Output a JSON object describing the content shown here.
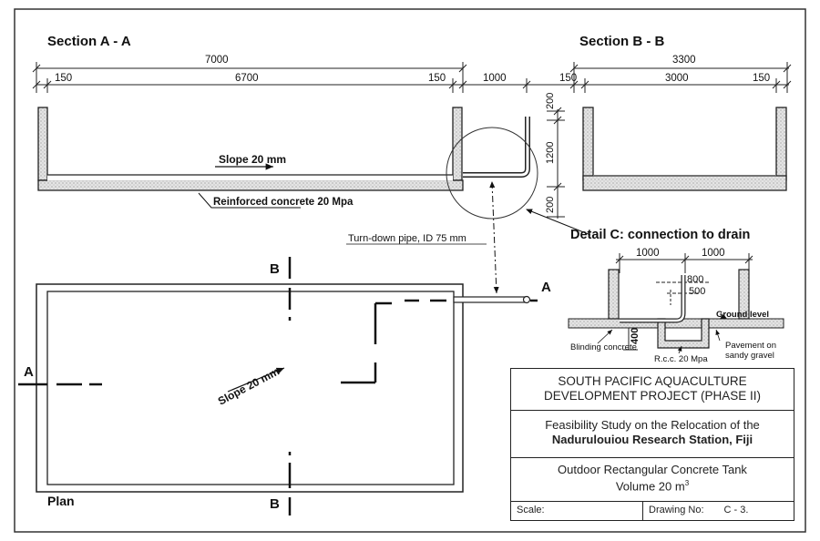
{
  "section_aa": {
    "title": "Section A - A",
    "dims": {
      "overall": "7000",
      "wall_left": "150",
      "inner": "6700",
      "wall_right": "150",
      "pipe_run": "1000",
      "top": "200",
      "height": "1200",
      "bottom": "200"
    },
    "slope_label": "Slope 20 mm",
    "material_label": "Reinforced concrete 20 Mpa",
    "pipe_label": "Turn-down pipe, ID 75 mm"
  },
  "section_bb": {
    "title": "Section B - B",
    "dims": {
      "overall": "3300",
      "wall_left": "150",
      "inner": "3000",
      "wall_right": "150"
    }
  },
  "detail_c": {
    "title": "Detail C: connection to drain",
    "dims": {
      "left": "1000",
      "right": "1000",
      "pipe_h": "800",
      "pipe_w": "500",
      "depth": "400"
    },
    "labels": {
      "ground_level": "Ground level",
      "blinding": "Blinding concrete",
      "rcc": "R.c.c. 20 Mpa",
      "pavement_line1": "Pavement on",
      "pavement_line2": "sandy gravel"
    }
  },
  "plan": {
    "title": "Plan",
    "slope_label": "Slope 20 mm",
    "markers": {
      "a_left": "A",
      "a_right": "A",
      "b_top": "B",
      "b_bottom": "B"
    }
  },
  "title_block": {
    "project_line1": "SOUTH PACIFIC AQUACULTURE",
    "project_line2": "DEVELOPMENT PROJECT (PHASE II)",
    "study_line1": "Feasibility Study on the Relocation of the",
    "study_line2": "Nadurulouiou Research Station, Fiji",
    "tank_line1": "Outdoor Rectangular Concrete Tank",
    "tank_volume": "Volume 20 m",
    "tank_volume_sup": "3",
    "scale_label": "Scale:",
    "drawing_label": "Drawing No:",
    "drawing_value": "C - 3."
  }
}
